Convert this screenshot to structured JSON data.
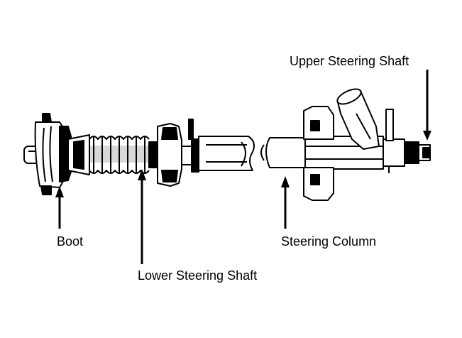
{
  "labels": {
    "upper_steering_shaft": "Upper Steering Shaft",
    "boot": "Boot",
    "steering_column": "Steering Column",
    "lower_steering_shaft": "Lower Steering Shaft"
  },
  "colors": {
    "ink": "#000000",
    "paper": "#ffffff"
  }
}
